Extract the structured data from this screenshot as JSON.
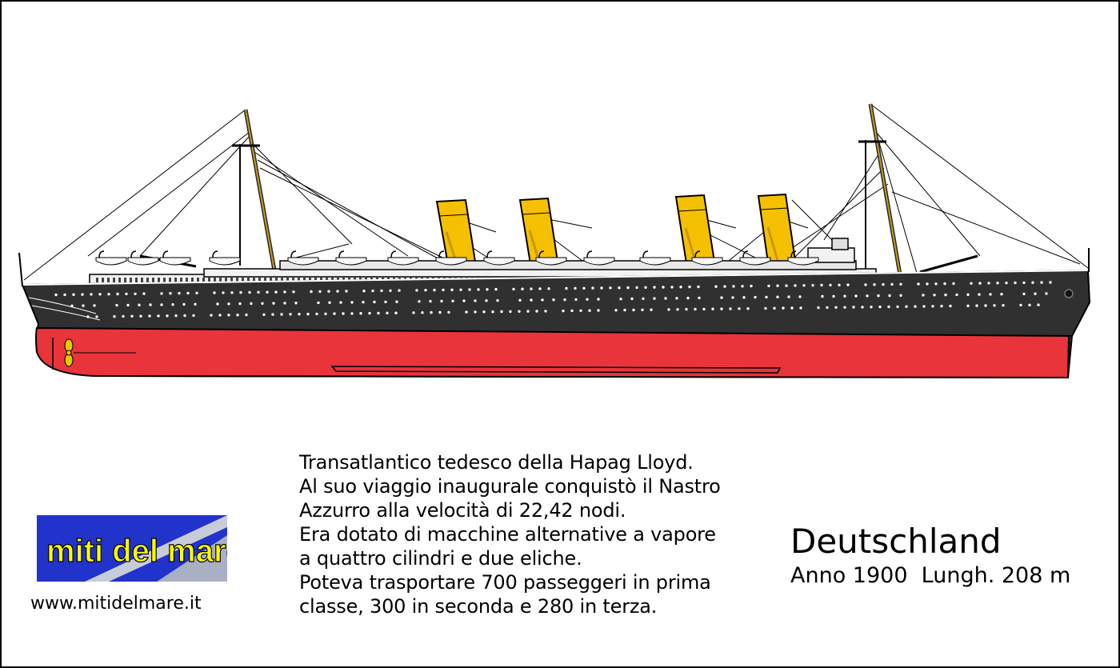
{
  "description": {
    "lines": [
      "Transatlantico tedesco della Hapag Lloyd.",
      "Al suo viaggio inaugurale conquistò il Nastro",
      "Azzurro alla velocità di 22,42 nodi.",
      "Era dotato di macchine alternative a vapore",
      "a quattro cilindri e due eliche.",
      "Poteva trasportare 700 passeggeri in prima",
      "classe, 300 in seconda e 280 in terza."
    ]
  },
  "ship": {
    "name": "Deutschland",
    "meta": "Anno 1900  Lungh. 208 m"
  },
  "logo": {
    "text": "miti del mare",
    "bg_color": "#2233cc",
    "text_color": "#ffff00"
  },
  "website": "www.mitidelmare.it",
  "colors": {
    "hull_upper": "#303030",
    "hull_lower": "#e8343a",
    "funnels": "#f5c000",
    "superstructure": "#f2f2f2"
  }
}
